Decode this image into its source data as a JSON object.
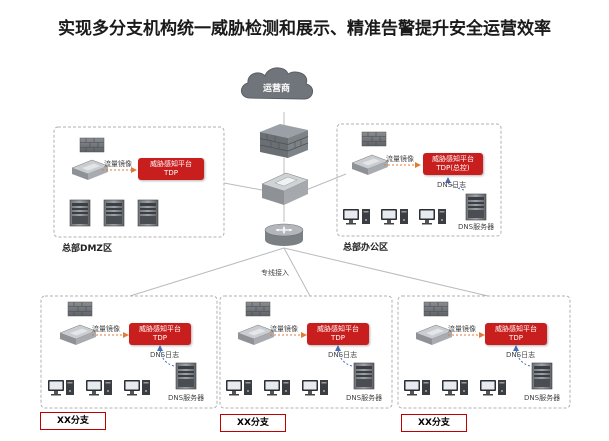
{
  "title": "实现多分支机构统一威胁检测和展示、精准告警提升安全运营效率",
  "isp": "运营商",
  "dedicated_link": "专线接入",
  "mirror_label": "流量镜像",
  "dns_log": "DNS日志",
  "dns_server": "DNS服务器",
  "tdp_line1": "威胁感知平台",
  "tdp_line2": "TDP",
  "tdp_hq_line2": "TDP(总控)",
  "zones": {
    "dmz": "总部DMZ区",
    "office": "总部办公区"
  },
  "branches": [
    "XX分支",
    "XX分支",
    "XX分支"
  ],
  "colors": {
    "accent": "#c81e1e",
    "dashed_border": "#b0b0b0"
  }
}
